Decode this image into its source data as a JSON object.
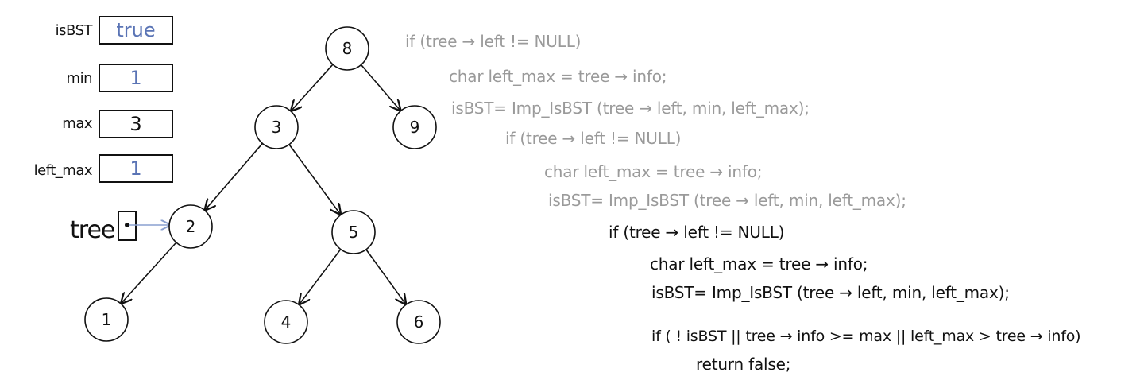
{
  "variables": {
    "isBST": {
      "label": "isBST",
      "value": "true"
    },
    "min": {
      "label": "min",
      "value": "1"
    },
    "max": {
      "label": "max",
      "value": "3"
    },
    "left_max": {
      "label": "left_max",
      "value": "1"
    }
  },
  "pointer": {
    "label": "tree",
    "target": "2"
  },
  "tree": {
    "nodes": [
      {
        "id": "n8",
        "value": "8"
      },
      {
        "id": "n3",
        "value": "3"
      },
      {
        "id": "n9",
        "value": "9"
      },
      {
        "id": "n2",
        "value": "2"
      },
      {
        "id": "n5",
        "value": "5"
      },
      {
        "id": "n1",
        "value": "1"
      },
      {
        "id": "n4",
        "value": "4"
      },
      {
        "id": "n6",
        "value": "6"
      }
    ],
    "edges": [
      [
        "n8",
        "n3"
      ],
      [
        "n8",
        "n9"
      ],
      [
        "n3",
        "n2"
      ],
      [
        "n3",
        "n5"
      ],
      [
        "n2",
        "n1"
      ],
      [
        "n5",
        "n4"
      ],
      [
        "n5",
        "n6"
      ]
    ]
  },
  "code": {
    "level1": {
      "if_line": "if (tree → left  != NULL)",
      "char_line": "char  left_max = tree → info;",
      "isbst_line": "isBST= Imp_IsBST (tree → left, min, left_max);"
    },
    "level2": {
      "if_line": "if (tree → left  != NULL)",
      "char_line": "char  left_max = tree → info;",
      "isbst_line": "isBST= Imp_IsBST (tree → left, min, left_max);"
    },
    "level3": {
      "if_line": "if (tree → left  != NULL)",
      "char_line": "char  left_max = tree → info;",
      "isbst_line": "isBST= Imp_IsBST (tree → left, min, left_max);",
      "check_line": "if ( ! isBST || tree → info >= max || left_max > tree → info)",
      "return_line": "return false;"
    }
  },
  "colors": {
    "ink": "#111111",
    "faded": "#9a9a9a",
    "value_blue": "#5a74b5",
    "pointer_blue": "#8aa0d0"
  }
}
